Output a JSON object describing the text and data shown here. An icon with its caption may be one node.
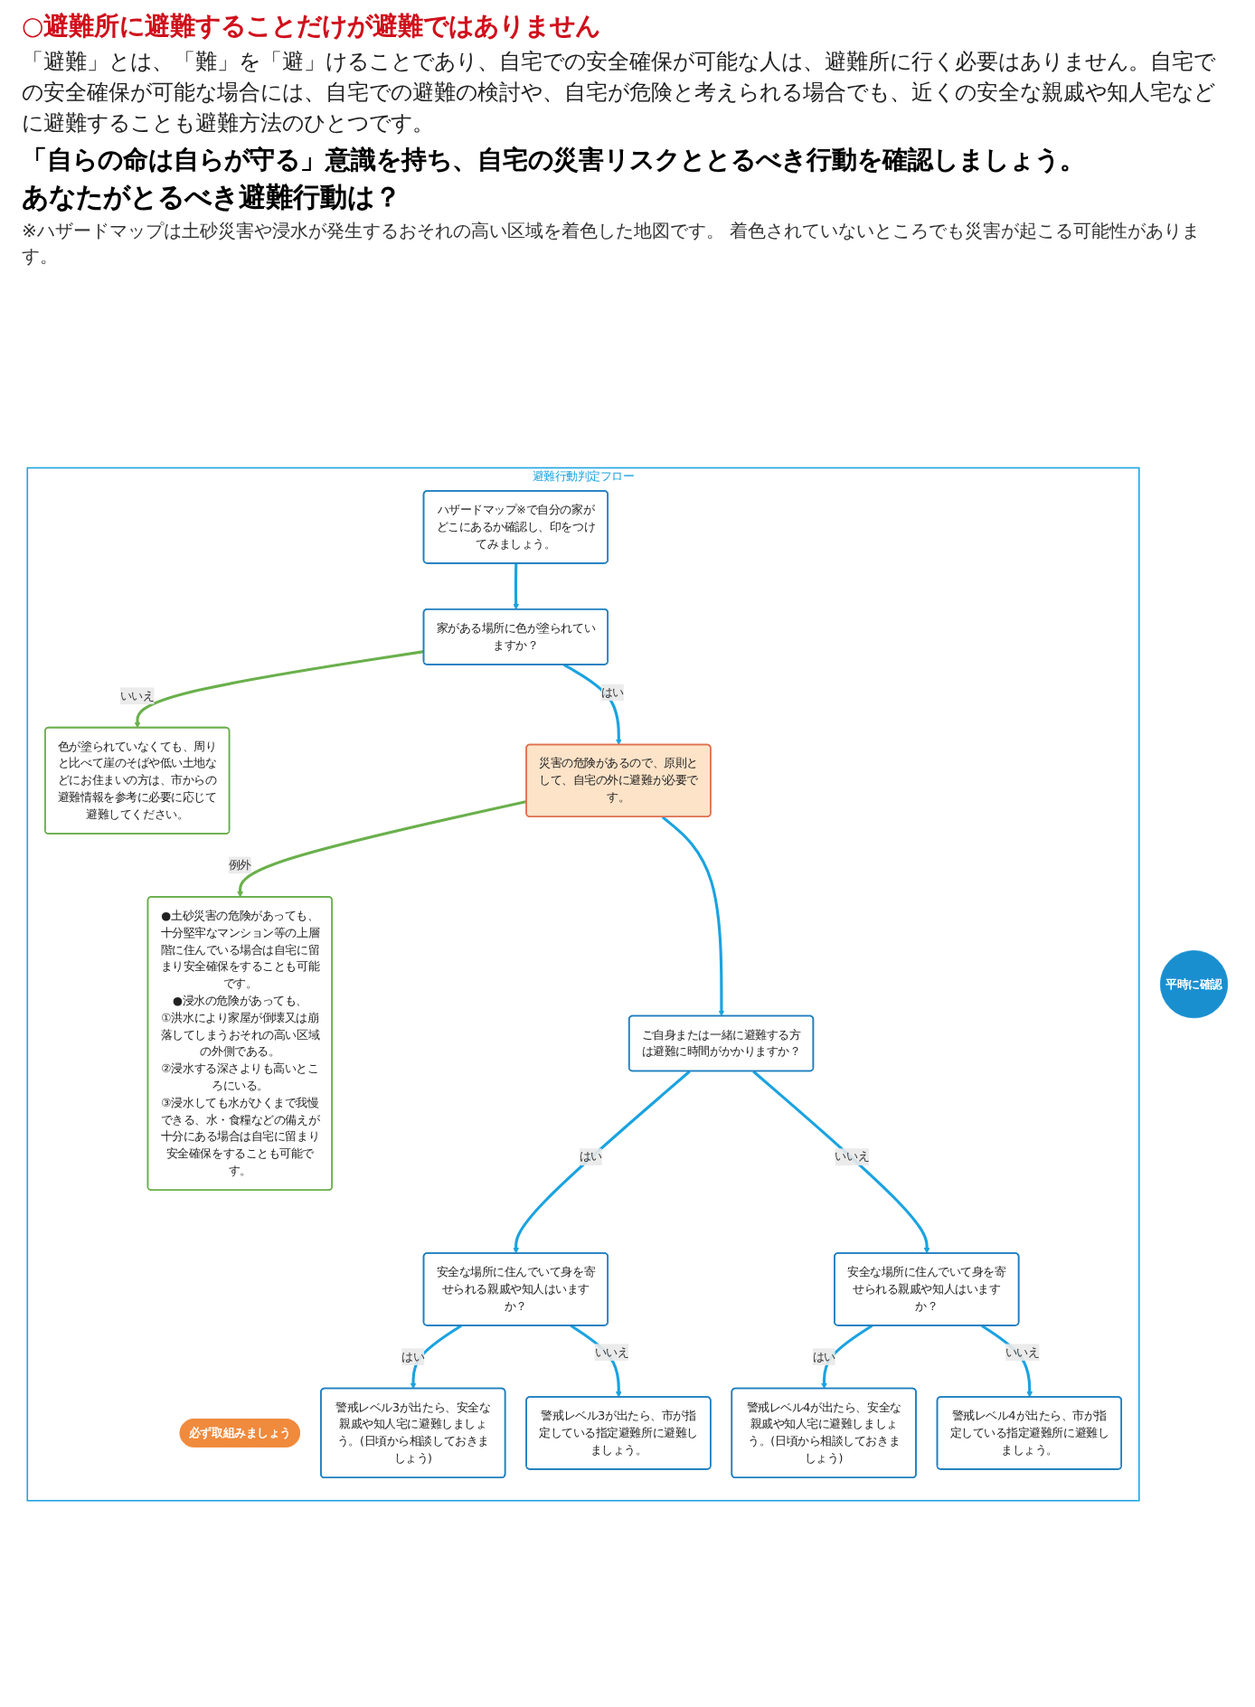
{
  "diagram": {
    "title": "○避難所に避難することだけが避難ではありません",
    "nodes": [
      {
        "text": [
          "平時に確認"
        ]
      },
      {
        "text": [
          "避難行動判定フロー"
        ]
      },
      {
        "text": [
          "必ず取組みましょう"
        ],
        "in": 1
      },
      {
        "text": [
          "ハザードマップ※で自分の家がどこにあるか確認し、印をつけてみましょう。"
        ],
        "in": 1
      },
      {
        "text": [
          "家がある場所に色が塗られていますか？"
        ],
        "in": 1
      },
      {
        "text": [
          "色が塗られていなくても、周りと比べて崖のそばや低い土地などにお住まいの方は、市からの避難情報を参考に必要に応じて避難してください。"
        ],
        "in": 1
      },
      {
        "text": [
          "災害の危険があるので、原則として、自宅の外に避難が必要です。"
        ],
        "in": 1
      },
      {
        "text": [
          "●土砂災害の危険があっても、十分堅牢なマンション等の上層階に住んでいる場合は自宅に留まり安全確保をすることも可能です。",
          "●浸水の危険があっても、",
          "①洪水により家屋が倒壊又は崩落してしまうおそれの高い区域の外側である。",
          "②浸水する深さよりも高いところにいる。",
          "③浸水しても水がひくまで我慢できる、水・食糧などの備えが十分にある場合は自宅に留まり安全確保をすることも可能です。"
        ],
        "in": 1
      },
      {
        "text": [
          "ご自身または一緒に避難する方は避難に時間がかかりますか？"
        ],
        "in": 1
      },
      {
        "text": [
          "安全な場所に住んでいて身を寄せられる親戚や知人はいますか？"
        ],
        "in": 1
      },
      {
        "text": [
          "安全な場所に住んでいて身を寄せられる親戚や知人はいますか？"
        ],
        "in": 1
      },
      {
        "text": [
          "警戒レベル3が出たら、安全な親戚や知人宅に避難しましょう。(日頃から相談しておきましょう)"
        ],
        "in": 1
      },
      {
        "text": [
          "警戒レベル3が出たら、市が指定している指定避難所に避難しましょう。"
        ],
        "in": 1
      },
      {
        "text": [
          "警戒レベル4が出たら、安全な親戚や知人宅に避難しましょう。(日頃から相談しておきましょう)"
        ],
        "in": 1
      },
      {
        "text": [
          "警戒レベル4が出たら、市が指定している指定避難所に避難しましょう。"
        ],
        "in": 1
      }
    ],
    "edges": [
      {
        "from": 3,
        "to": 4,
        "arrow": "to"
      },
      {
        "from": 4,
        "to": 5,
        "arrow": "to",
        "label": "いいえ",
        "color": "#6ab04c"
      },
      {
        "from": 4,
        "to": 6,
        "arrow": "to",
        "label": "はい"
      },
      {
        "from": 6,
        "to": 7,
        "arrow": "to",
        "label": "例外",
        "color": "#6ab04c"
      },
      {
        "from": 6,
        "to": 8,
        "arrow": "to"
      },
      {
        "from": 8,
        "to": 9,
        "arrow": "to",
        "label": "はい"
      },
      {
        "from": 8,
        "to": 10,
        "arrow": "to",
        "label": "いいえ"
      },
      {
        "from": 9,
        "to": 11,
        "arrow": "to",
        "label": "はい"
      },
      {
        "from": 9,
        "to": 12,
        "arrow": "to",
        "label": "いいえ"
      },
      {
        "from": 10,
        "to": 13,
        "arrow": "to",
        "label": "はい"
      },
      {
        "from": 10,
        "to": 14,
        "arrow": "to",
        "label": "いいえ"
      }
    ],
    "labels": [
      "「避難」とは、「難」を「避」けることであり、自宅での安全確保が可能な人は、避難所に行く必要はありません。自宅での安全確保が可能な場合には、自宅での避難の検討や、自宅が危険と考えられる場合でも、近くの安全な親戚や知人宅などに避難することも避難方法のひとつです。",
      "「自らの命は自らが守る」意識を持ち、自宅の災害リスクととるべき行動を確認しましょう。",
      "あなたがとるべき避難行動は？",
      "※ハザードマップは土砂災害や浸水が発生するおそれの高い区域を着色した地図です。 着色されていないところでも災害が起こる可能性があります。"
    ]
  }
}
